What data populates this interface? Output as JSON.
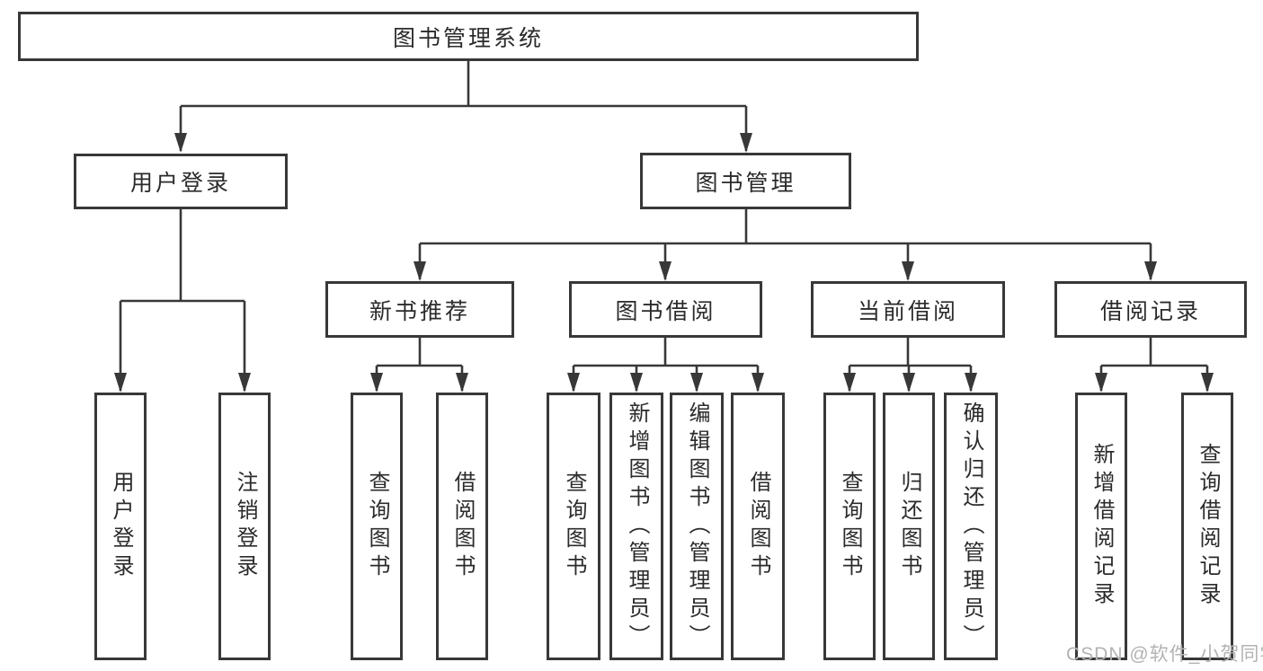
{
  "tree": {
    "label": "图书管理系统",
    "children": [
      {
        "label": "用户登录",
        "children": [
          {
            "label": "用户登录"
          },
          {
            "label": "注销登录"
          }
        ]
      },
      {
        "label": "图书管理",
        "children": [
          {
            "label": "新书推荐",
            "children": [
              {
                "label": "查询图书"
              },
              {
                "label": "借阅图书"
              }
            ]
          },
          {
            "label": "图书借阅",
            "children": [
              {
                "label": "查询图书"
              },
              {
                "label": "新增图书（管理员）"
              },
              {
                "label": "编辑图书（管理员）"
              },
              {
                "label": "借阅图书"
              }
            ]
          },
          {
            "label": "当前借阅",
            "children": [
              {
                "label": "查询图书"
              },
              {
                "label": "归还图书"
              },
              {
                "label": "确认归还（管理员）"
              }
            ]
          },
          {
            "label": "借阅记录",
            "children": [
              {
                "label": "新增借阅记录"
              },
              {
                "label": "查询借阅记录"
              }
            ]
          }
        ]
      }
    ]
  },
  "watermark": "CSDN @软件_小贺同学",
  "colors": {
    "line": "#383838",
    "box_border": "#383838",
    "text": "#2b2b2b",
    "watermark": "#b3b3b3",
    "background": "#ffffff"
  }
}
